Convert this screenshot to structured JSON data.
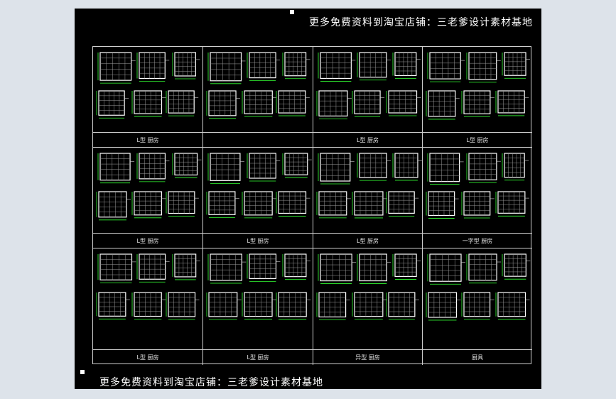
{
  "banner_top": "更多免费资料到淘宝店铺：三老爹设计素材基地",
  "banner_bottom": "更多免费资料到淘宝店铺：三老爹设计素材基地",
  "colors": {
    "background": "#000000",
    "frame": "#cfcfcf",
    "wall": "#ffffff",
    "dimension": "#33ff33",
    "annotation": "#cccccc"
  },
  "grid": {
    "rows": [
      {
        "cells": [
          {
            "caption": "L型 厨房"
          },
          {
            "caption": ""
          },
          {
            "caption": "L型 厨房"
          },
          {
            "caption": "L型 厨房"
          }
        ]
      },
      {
        "cells": [
          {
            "caption": "L型 厨房"
          },
          {
            "caption": "L型 厨房"
          },
          {
            "caption": "L型 厨房"
          },
          {
            "caption": "一字型 厨房"
          }
        ]
      },
      {
        "cells": [
          {
            "caption": "L型 厨房"
          },
          {
            "caption": "L型 厨房"
          },
          {
            "caption": "异型 厨房"
          },
          {
            "caption": "厨具"
          }
        ]
      }
    ]
  }
}
